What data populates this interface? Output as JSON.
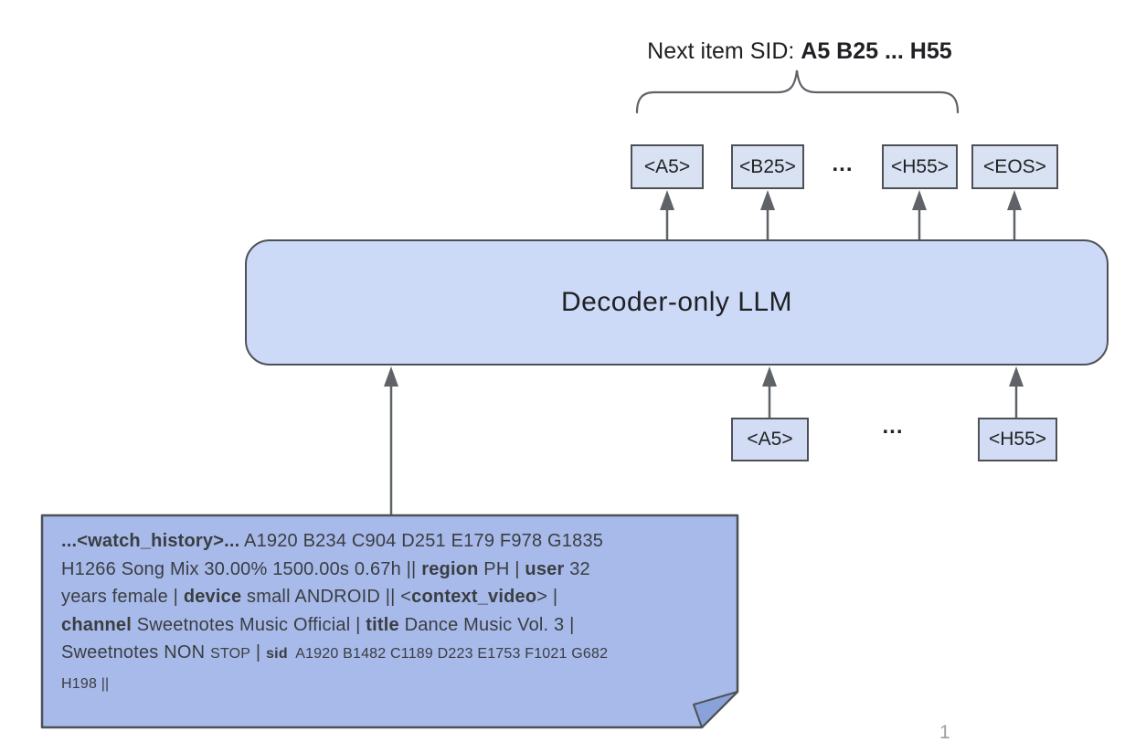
{
  "header": {
    "prefix": "Next item SID: ",
    "sid_bold": "A5 B25 ... H55"
  },
  "llm_box": {
    "label": "Decoder-only LLM"
  },
  "output_tokens": {
    "a5": "<A5>",
    "b25": "<B25>",
    "ellipsis": "...",
    "h55": "<H55>",
    "eos": "<EOS>"
  },
  "input_tokens": {
    "a5": "<A5>",
    "ellipsis": "...",
    "h55": "<H55>"
  },
  "note": {
    "lines": [
      [
        {
          "t": "...<watch_history>...",
          "s": "bold"
        },
        {
          "t": " A1920 B234 C904 D251 E179 F978 G1835",
          "s": "normal"
        }
      ],
      [
        {
          "t": "H1266 Song Mix 30.00% 1500.00s 0.67h || ",
          "s": "normal"
        },
        {
          "t": "region",
          "s": "bold"
        },
        {
          "t": " PH | ",
          "s": "normal"
        },
        {
          "t": "user",
          "s": "bold"
        },
        {
          "t": " 32",
          "s": "normal"
        }
      ],
      [
        {
          "t": "years female | ",
          "s": "normal"
        },
        {
          "t": "device",
          "s": "bold"
        },
        {
          "t": " small ANDROID || <",
          "s": "normal"
        },
        {
          "t": "context_video",
          "s": "bold"
        },
        {
          "t": "> |",
          "s": "normal"
        }
      ],
      [
        {
          "t": "channel",
          "s": "bold"
        },
        {
          "t": " Sweetnotes Music Official | ",
          "s": "normal"
        },
        {
          "t": "title",
          "s": "bold"
        },
        {
          "t": " Dance Music Vol. 3 |",
          "s": "normal"
        }
      ],
      [
        {
          "t": "Sweetnotes NON ",
          "s": "normal"
        },
        {
          "t": "STOP",
          "s": "small"
        },
        {
          "t": " | ",
          "s": "normal"
        },
        {
          "t": "sid",
          "s": "bold-small"
        },
        {
          "t": "  A1920 B1482 C1189 D223 E1753 F1021 G682",
          "s": "small"
        }
      ],
      [
        {
          "t": "H198 ||",
          "s": "small"
        }
      ]
    ]
  },
  "page_number": "1",
  "colors": {
    "border": "#4d5156",
    "arrow": "#5f6368",
    "llm-fill": "#ccd9f7",
    "token-fill-top": "#d9e2f3",
    "token-fill-bottom": "#d2dcf4",
    "note-fill": "#a7bae9",
    "note-fold": "#8aa2da",
    "text-dark": "#202124",
    "note-text": "#3a3d42",
    "page-num": "#9aa0a6"
  }
}
